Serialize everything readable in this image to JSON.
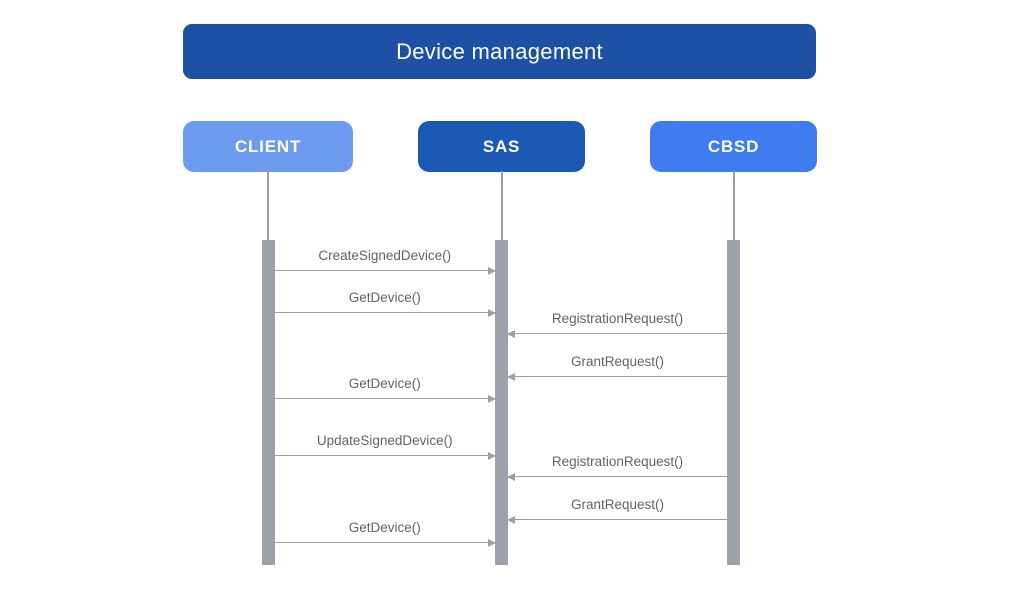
{
  "title": "Device management",
  "actors": [
    {
      "id": "client",
      "label": "CLIENT",
      "color": "#6c9bef"
    },
    {
      "id": "sas",
      "label": "SAS",
      "color": "#1c59b5"
    },
    {
      "id": "cbsd",
      "label": "CBSD",
      "color": "#3e7cf0"
    }
  ],
  "messages": [
    {
      "label": "CreateSignedDevice()",
      "from": "client",
      "to": "sas"
    },
    {
      "label": "GetDevice()",
      "from": "client",
      "to": "sas"
    },
    {
      "label": "RegistrationRequest()",
      "from": "cbsd",
      "to": "sas"
    },
    {
      "label": "GrantRequest()",
      "from": "cbsd",
      "to": "sas"
    },
    {
      "label": "GetDevice()",
      "from": "client",
      "to": "sas"
    },
    {
      "label": "UpdateSignedDevice()",
      "from": "client",
      "to": "sas"
    },
    {
      "label": "RegistrationRequest()",
      "from": "cbsd",
      "to": "sas"
    },
    {
      "label": "GrantRequest()",
      "from": "cbsd",
      "to": "sas"
    },
    {
      "label": "GetDevice()",
      "from": "client",
      "to": "sas"
    }
  ],
  "colors": {
    "background": "#ffffff",
    "title_bg": "#1e50a5",
    "text_on_blue": "#ffffff",
    "lifeline": "#9aa0a6",
    "activation_bar": "#9ca2aa",
    "message_text": "#5f6368"
  }
}
